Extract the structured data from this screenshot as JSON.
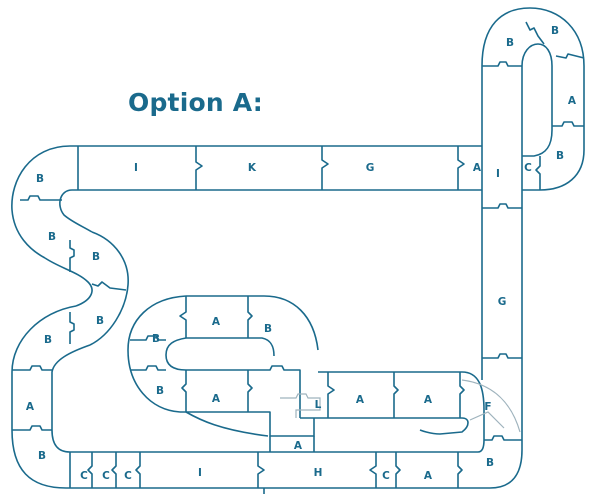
{
  "title": "Option A:",
  "colors": {
    "track": "#1a6a8c",
    "faint": "#9fb3bd",
    "background": "#ffffff"
  },
  "pieces": {
    "top_i": "I",
    "top_k": "K",
    "top_g": "G",
    "top_a": "A",
    "right_i": "I",
    "right_c": "C",
    "right_b": "B",
    "right_a": "A",
    "loop_b1": "B",
    "loop_b2": "B",
    "right_g": "G",
    "left_b1": "B",
    "left_b2": "B",
    "left_b3": "B",
    "left_b4": "B",
    "left_b5": "B",
    "left_a": "A",
    "corner_b_bl": "B",
    "bottom_c1": "C",
    "bottom_c2": "C",
    "bottom_c3": "C",
    "bottom_i": "I",
    "bottom_h": "H",
    "bottom_c4": "C",
    "bottom_a": "A",
    "corner_b_br": "B",
    "inner_a1": "A",
    "inner_b1": "B",
    "inner_b2": "B",
    "inner_b3": "B",
    "inner_a2": "A",
    "inner_l": "L",
    "inner_a3": "A",
    "inner_a4": "A",
    "inner_f": "F",
    "inner_small_a": "A"
  }
}
